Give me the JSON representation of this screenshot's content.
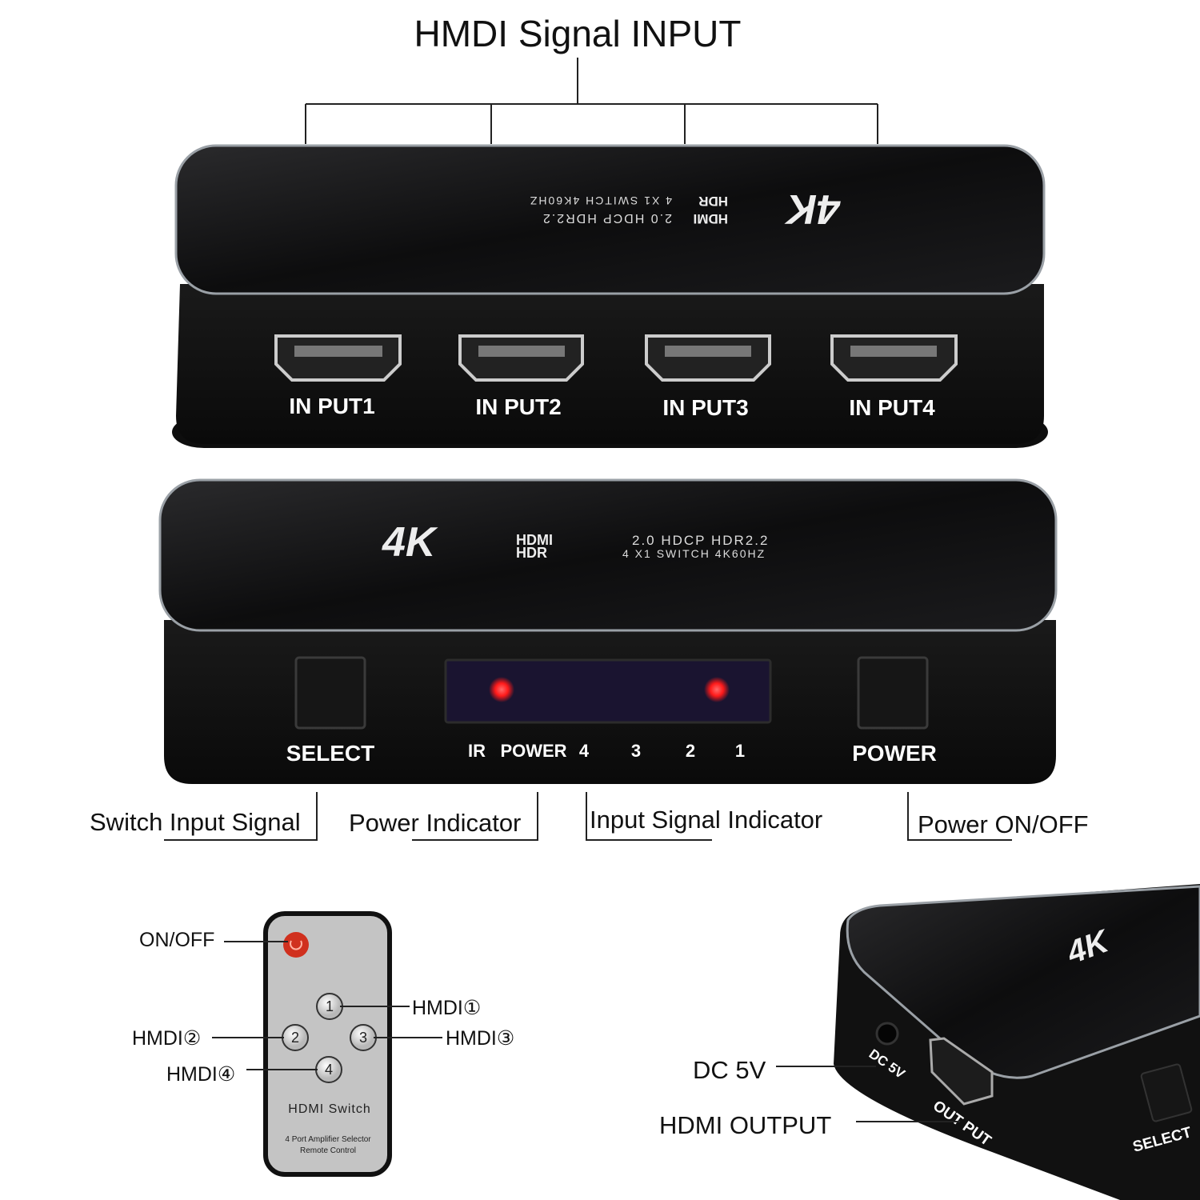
{
  "title": "HMDI Signal INPUT",
  "device_branding": {
    "logo": "4K",
    "line1_brand": "HDMI",
    "line1_text": "2.0 HDCP HDR2.2",
    "line2_brand": "HDR",
    "line2_text": "4 X1 SWITCH 4K60HZ"
  },
  "input_ports": [
    "IN PUT1",
    "IN PUT2",
    "IN PUT3",
    "IN PUT4"
  ],
  "front_panel": {
    "select_label": "SELECT",
    "power_label": "POWER",
    "indicator_labels": [
      "IR",
      "POWER",
      "4",
      "3",
      "2",
      "1"
    ],
    "led_color": "#ff1a1a"
  },
  "callouts": {
    "switch_input": "Switch Input Signal",
    "power_indicator": "Power Indicator",
    "input_indicator": "Input Signal Indicator",
    "power_onoff": "Power ON/OFF"
  },
  "remote": {
    "buttons": [
      "1",
      "2",
      "3",
      "4"
    ],
    "title": "HDMI Switch",
    "subtitle1": "4 Port Amplifier Selector",
    "subtitle2": "Remote Control",
    "power_color": "#d0301e",
    "labels": {
      "onoff": "ON/OFF",
      "h1": "HMDI①",
      "h2": "HMDI②",
      "h3": "HMDI③",
      "h4": "HMDI④"
    }
  },
  "side_view": {
    "dc_label": "DC 5V",
    "output_label": "OUT PUT",
    "select_label": "SELECT",
    "callout_dc": "DC 5V",
    "callout_output": "HDMI OUTPUT"
  }
}
